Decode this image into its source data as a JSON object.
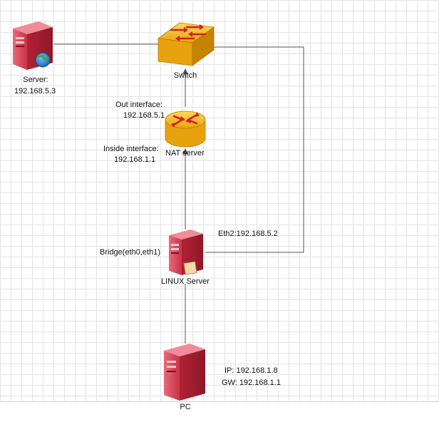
{
  "nodes": {
    "server": {
      "label": "Server:",
      "ip": "192.168.5.3"
    },
    "switch": {
      "label": "Switch"
    },
    "nat": {
      "label": "NAT server",
      "out_label": "Out interface:",
      "out_ip": "192.168.5.1",
      "in_label": "Inside interface:",
      "in_ip": "192.168.1.1"
    },
    "linux": {
      "label": "LINUX Server",
      "bridge": "Bridge(eth0,eth1)",
      "eth2": "Eth2:192.168.5.2"
    },
    "pc": {
      "label": "PC",
      "ip_line": "IP:  192.168.1.8",
      "gw_line": "GW:  192.168.1.1"
    }
  },
  "colors": {
    "server_red": "#d84a5c",
    "switch_gold": "#f2b21c",
    "router_gold": "#f2b21c",
    "arrow_red": "#d62020",
    "line": "#555555"
  }
}
